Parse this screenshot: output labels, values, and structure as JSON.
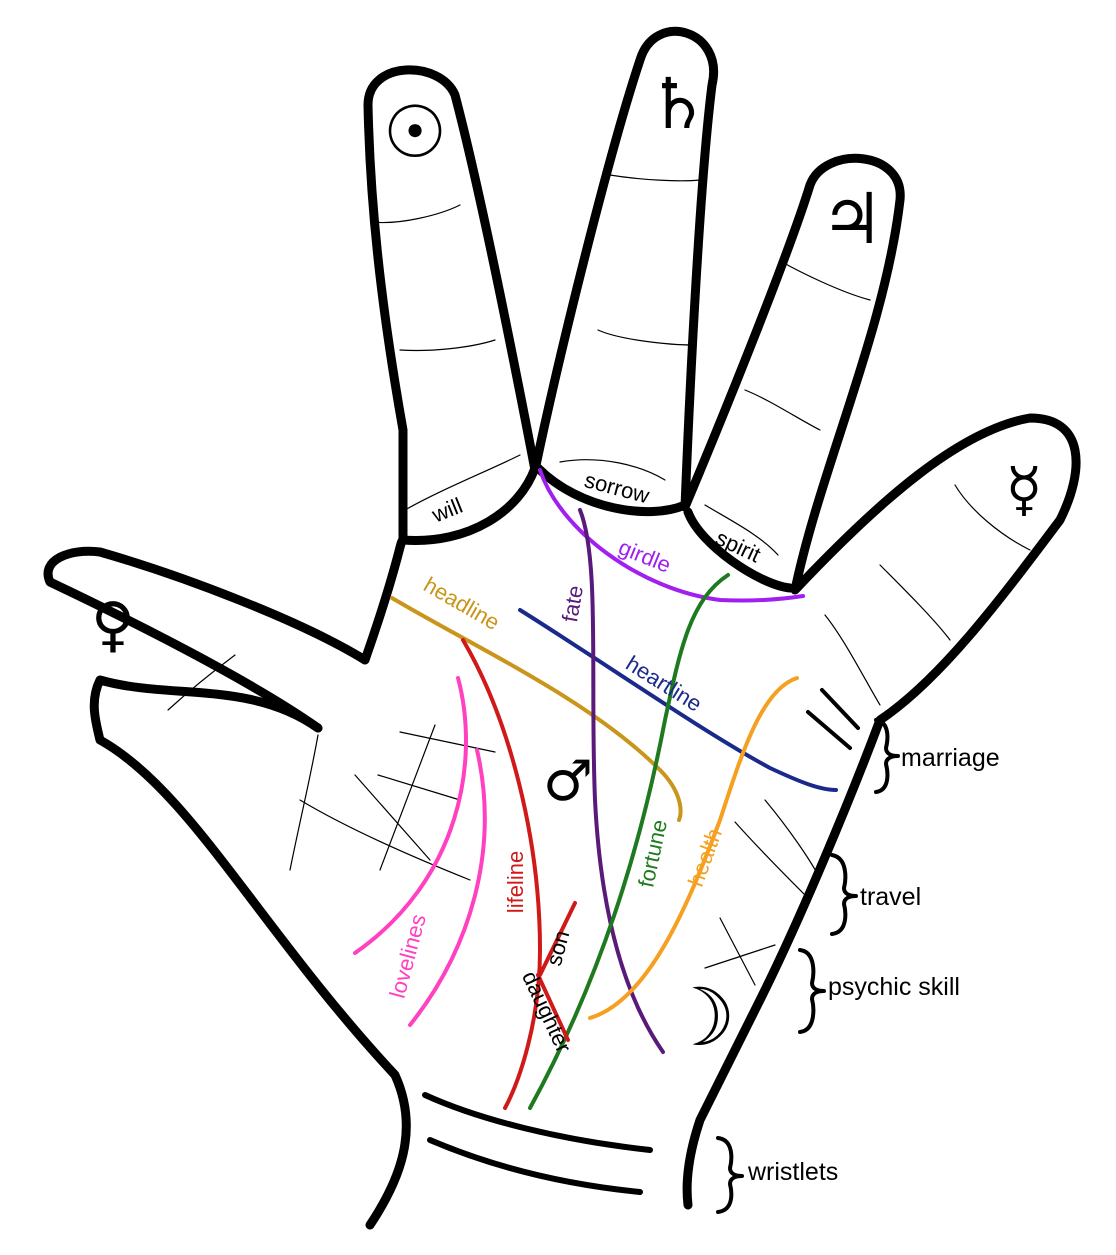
{
  "colors": {
    "outline": "#000000",
    "headline": "#c9951b",
    "heartline": "#1a2a8c",
    "fate": "#5a1a7a",
    "girdle": "#a020f0",
    "fortune": "#1f7a1f",
    "health": "#f5a020",
    "lifeline": "#d01a1a",
    "lovelines": "#ff40c0",
    "son_daughter": "#d01a1a"
  },
  "symbols": {
    "sun": "☉",
    "saturn": "♄",
    "jupiter": "♃",
    "mercury": "☿",
    "venus": "♀",
    "mars": "♂",
    "moon": "☽"
  },
  "mounds": {
    "will": "will",
    "sorrow": "sorrow",
    "spirit": "spirit"
  },
  "lines": {
    "girdle": "girdle",
    "headline": "headline",
    "fate": "fate",
    "heartline": "heartline",
    "fortune": "fortune",
    "health": "health",
    "lifeline": "lifeline",
    "lovelines": "lovelines",
    "son": "son",
    "daughter": "daughter"
  },
  "side_labels": {
    "marriage": "marriage",
    "travel": "travel",
    "psychic": "psychic skill",
    "wristlets": "wristlets"
  }
}
